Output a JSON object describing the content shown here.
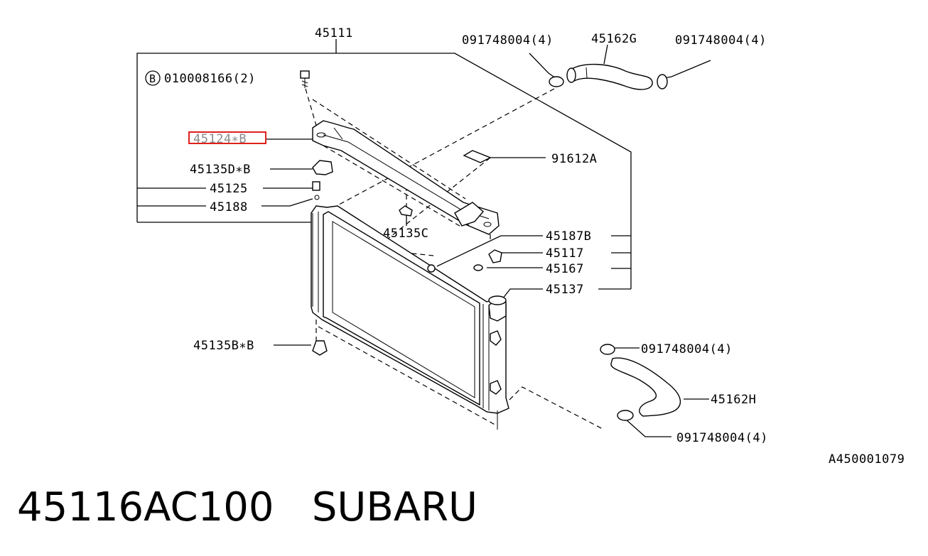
{
  "labels": {
    "p45111": "45111",
    "p010008166": "010008166(2)",
    "circle_b": "B",
    "p45124": "45124∗B",
    "p45135d": "45135D∗B",
    "p45125": "45125",
    "p45188": "45188",
    "p45135c": "45135C",
    "p91612a": "91612A",
    "p45187b": "45187B",
    "p45117": "45117",
    "p45167": "45167",
    "p45137": "45137",
    "p45135b": "45135B∗B",
    "clamp_top_left": "091748004(4)",
    "p45162g": "45162G",
    "clamp_top_right": "091748004(4)",
    "clamp_bottom_top": "091748004(4)",
    "p45162h": "45162H",
    "clamp_bottom_bottom": "091748004(4)",
    "figure_code": "A450001079"
  },
  "footer": {
    "part_number": "45116AC100",
    "brand": "SUBARU"
  },
  "colors": {
    "highlight": "#e0201c",
    "ink": "#000000"
  }
}
